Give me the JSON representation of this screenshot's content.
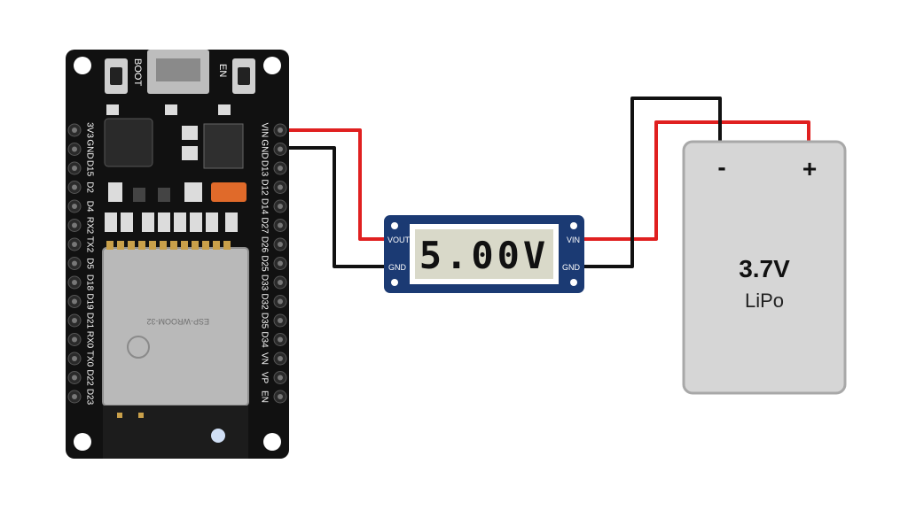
{
  "esp32_board": {
    "buttons": {
      "boot": "BOOT",
      "en": "EN"
    },
    "right_header_pins": [
      "VIN",
      "GND",
      "D13",
      "D12",
      "D14",
      "D27",
      "D26",
      "D25",
      "D33",
      "D32",
      "D35",
      "D34",
      "VN",
      "VP",
      "EN"
    ],
    "left_header_pins": [
      "3V3",
      "GND",
      "D15",
      "D2",
      "D4",
      "RX2",
      "TX2",
      "D5",
      "D18",
      "D19",
      "D21",
      "RX0",
      "TX0",
      "D22",
      "D23"
    ],
    "module_text": [
      "ESP-WROOM-32"
    ],
    "colors": {
      "board": "#111111",
      "module": "#b9b9b9",
      "header": "#2a2a2a"
    }
  },
  "converter": {
    "display": "5.00V",
    "left_labels": [
      "VOUT",
      "GND"
    ],
    "right_labels": [
      "VIN",
      "GND"
    ],
    "colors": {
      "body": "#1b3a73",
      "screen": "#d9d9c9",
      "digits": "#111111"
    }
  },
  "battery": {
    "voltage": "3.7V",
    "chemistry": "LiPo",
    "negative": "-",
    "positive": "+",
    "colors": {
      "fill": "#d6d6d6",
      "stroke": "#a8a8a8"
    }
  },
  "wires": {
    "colors": {
      "positive": "#e02020",
      "ground": "#111111"
    }
  }
}
